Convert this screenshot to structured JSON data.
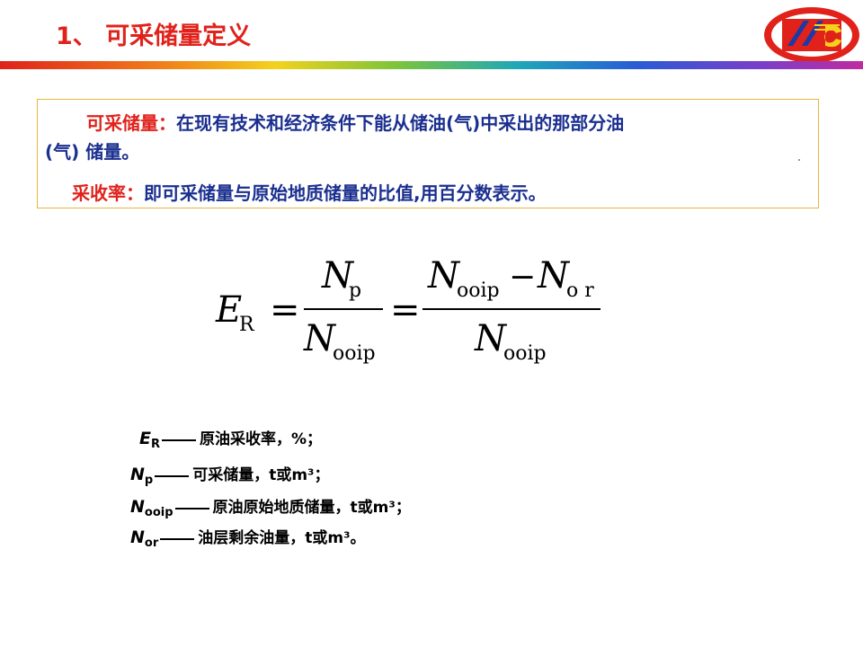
{
  "title": "1、 可采储量定义",
  "definitions": {
    "recoverable": {
      "term": "可采储量：",
      "text_1": "在现有技术和经济条件下能从储油(气)中采出的那部分油",
      "text_2": "(气) 储量。"
    },
    "recovery_rate": {
      "term": "采收率：",
      "text": "即可采储量与原始地质储量的比值,用百分数表示。"
    }
  },
  "formula": {
    "lhs": "E",
    "lhs_sub": "R",
    "eq": "=",
    "num1": "N",
    "num1_sub": "p",
    "den": "N",
    "den_sub": "ooip",
    "num2_a": "N",
    "num2_a_sub": "ooip",
    "minus": "−",
    "num2_b": "N",
    "num2_b_sub": "o r"
  },
  "legend": [
    {
      "symbol": "E",
      "sub": "R",
      "desc": "原油采收率，",
      "unit": "%；"
    },
    {
      "symbol": "N",
      "sub": "p",
      "desc": "可采储量，",
      "unit": "t或m³；"
    },
    {
      "symbol": "N",
      "sub": "ooip",
      "desc": "原油原始地质储量，",
      "unit": "t或m³；"
    },
    {
      "symbol": "N",
      "sub": "or",
      "desc": "油层剩余油量，",
      "unit": "t或m³。"
    }
  ],
  "colors": {
    "title": "#e0221b",
    "term": "#e0221b",
    "body_text": "#1a2f8f",
    "box_border": "#e8b63b"
  }
}
